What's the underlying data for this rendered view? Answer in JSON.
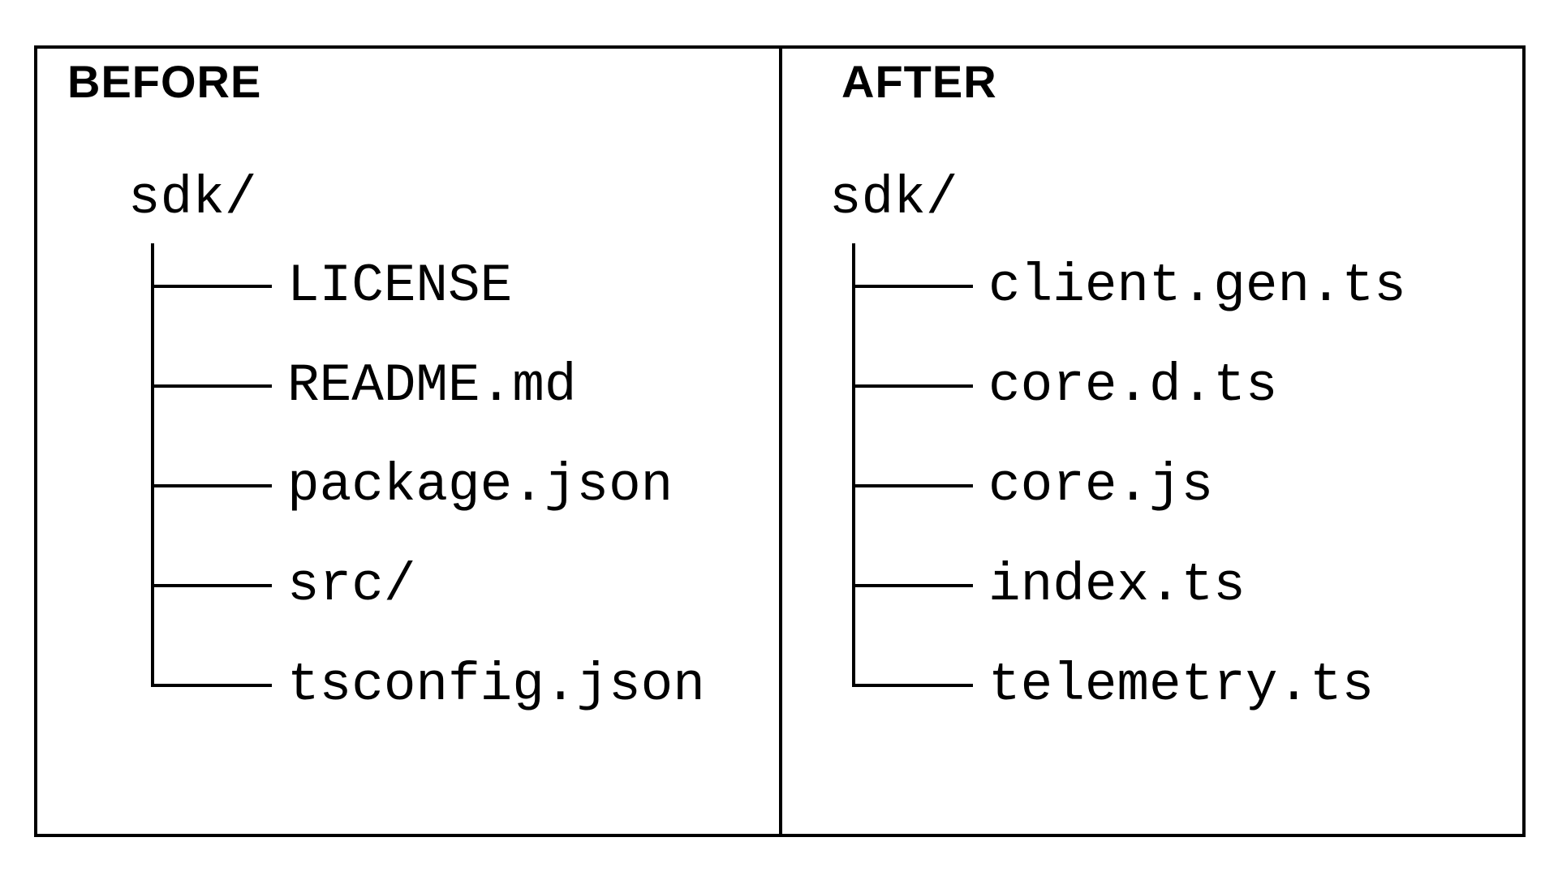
{
  "diagram": {
    "panels": [
      {
        "title": "BEFORE",
        "root": "sdk/",
        "files": [
          "LICENSE",
          "README.md",
          "package.json",
          "src/",
          "tsconfig.json"
        ]
      },
      {
        "title": "AFTER",
        "root": "sdk/",
        "files": [
          "client.gen.ts",
          "core.d.ts",
          "core.js",
          "index.ts",
          "telemetry.ts"
        ]
      }
    ],
    "colors": {
      "line": "#000000",
      "text": "#000000",
      "background": "#ffffff"
    }
  }
}
